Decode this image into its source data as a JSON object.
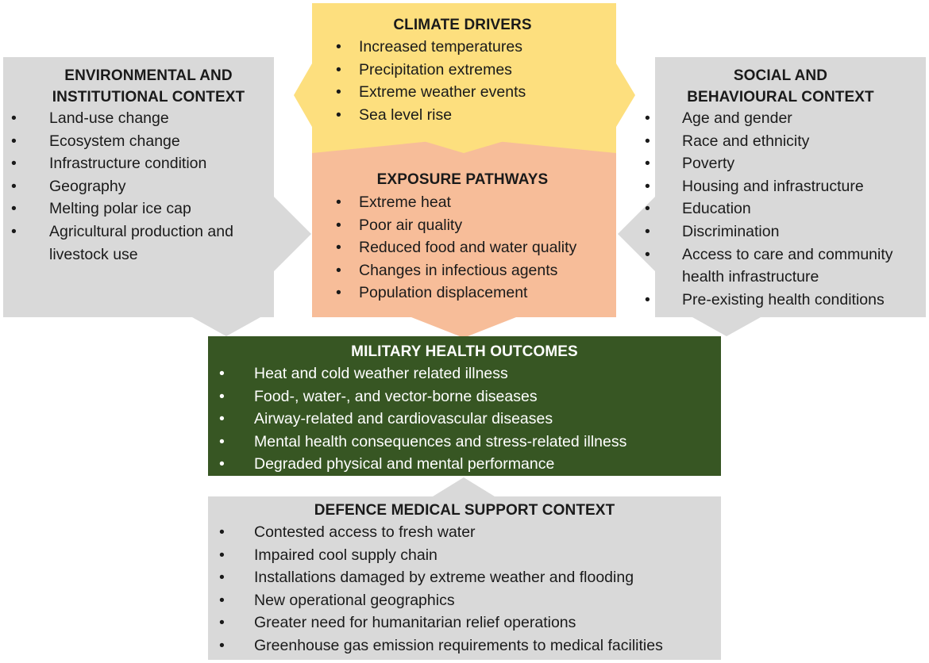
{
  "colors": {
    "climate_drivers": "#fddf7e",
    "exposure_pathways": "#f7bd99",
    "context_boxes": "#d9d9d9",
    "health_outcomes": "#375623",
    "arrow_grey": "#d9d9d9"
  },
  "bullet_glyph": "•",
  "climate_drivers": {
    "title": "CLIMATE DRIVERS",
    "items": [
      "Increased temperatures",
      "Precipitation extremes",
      "Extreme weather events",
      "Sea level rise"
    ]
  },
  "environmental_context": {
    "title_line1": "ENVIRONMENTAL AND",
    "title_line2": "INSTITUTIONAL CONTEXT",
    "items": [
      "Land-use change",
      "Ecosystem change",
      "Infrastructure condition",
      "Geography",
      "Melting polar ice cap",
      "Agricultural production and",
      "livestock use"
    ]
  },
  "exposure_pathways": {
    "title": "EXPOSURE PATHWAYS",
    "items": [
      "Extreme heat",
      "Poor air quality",
      "Reduced food and water quality",
      "Changes in infectious agents",
      "Population displacement"
    ]
  },
  "social_context": {
    "title_line1": "SOCIAL AND",
    "title_line2": "BEHAVIOURAL CONTEXT",
    "items": [
      "Age and gender",
      "Race and ethnicity",
      "Poverty",
      "Housing and infrastructure",
      "Education",
      "Discrimination",
      "Access to care and community",
      "health infrastructure",
      "Pre-existing health conditions"
    ]
  },
  "health_outcomes": {
    "title": "MILITARY HEALTH OUTCOMES",
    "items": [
      "Heat and cold weather related illness",
      "Food-, water-, and vector-borne diseases",
      "Airway-related and cardiovascular diseases",
      "Mental health consequences and stress-related illness",
      "Degraded physical and mental performance"
    ]
  },
  "medical_support": {
    "title": "DEFENCE MEDICAL SUPPORT CONTEXT",
    "items": [
      "Contested access to fresh water",
      "Impaired cool supply chain",
      "Installations damaged by extreme weather and flooding",
      "New operational geographics",
      "Greater need for humanitarian relief operations",
      "Greenhouse gas emission requirements to medical facilities"
    ]
  }
}
